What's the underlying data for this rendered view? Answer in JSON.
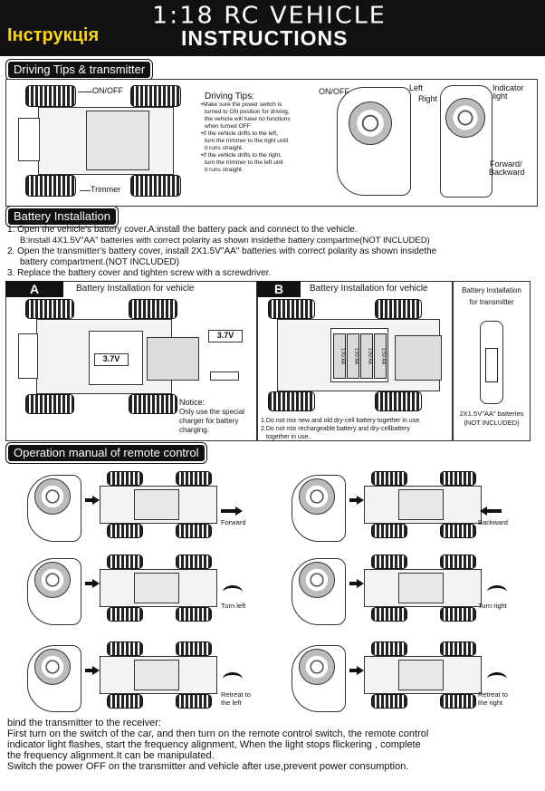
{
  "header": {
    "title_line1": "1:18 RC VEHICLE",
    "title_line2": "INSTRUCTIONS",
    "badge": "Інструкція"
  },
  "driving": {
    "section_title": "Driving Tips & transmitter",
    "on_off": "ON/OFF",
    "trimmer": "Trimmer",
    "tips_title": "Driving Tips:",
    "tips": [
      "•Make sure the power switch is",
      "turned to ON position for driving,",
      "the vehicle will have no functions",
      "when turned OFF",
      "•If the vehicle drifts to the left,",
      "turn the trimmer to the right until",
      "it runs straight.",
      "•If the vehicle drifts to the right,",
      "turn the trimmer to the left unti",
      "it runs straight."
    ],
    "tx_on_off": "ON/OFF",
    "tx_left": "Left",
    "tx_right": "Right",
    "tx_indicator": "Indicator",
    "tx_light": "light",
    "tx_forward": "Forward/",
    "tx_backward": "Backward"
  },
  "battery": {
    "section_title": "Battery Installation",
    "steps": [
      "1. Open the vehicle's battery cover.A:install the battery pack and connect to the vehicle.",
      "B:install 4X1.5V\"AA\" batteries with correct polarity as shown insidethe battery compartme(NOT INCLUDED)",
      "2. Open the transmitter's battery cover, install 2X1.5V\"AA\" batteries with correct polarity as shown insidethe",
      "battery compartment.(NOT INCLUDED)",
      "3. Replace the battery cover and tighten screw with a screwdriver."
    ],
    "panel_a_label": "A",
    "panel_a_title": "Battery Installation for vehicle",
    "panel_a_v1": "3.7V",
    "panel_a_v2": "3.7V",
    "notice": [
      "Notice:",
      "Only use the special",
      "charger for battery",
      "charging."
    ],
    "panel_b_label": "B",
    "panel_b_title": "Battery Installation for vehicle",
    "cell_label": "1.5V AA",
    "panel_b_notes": [
      "1.Do not mix new and old dry-cell battery together in use.",
      "2.Do not mix rechargeable battery and dry-cellbattery",
      "together in use."
    ],
    "panel_c_title": [
      "Battery Installation",
      "for transmitter"
    ],
    "panel_c_note": [
      "2X1.5V\"AA\" batteries",
      "(NOT INCLUDED)"
    ]
  },
  "operation": {
    "section_title": "Operation manual of remote control",
    "left_labels": [
      "Forward",
      "Turn left",
      "Retreat to",
      "the left"
    ],
    "right_labels": [
      "Backward",
      "Turn right",
      "Retreat to",
      "the right"
    ]
  },
  "footer": {
    "lines": [
      "bind the transmitter to the receiver:",
      "First turn on the switch of the car,  and then turn on the remote control switch, the remote control",
      "indicator light flashes, start the frequency alignment, When the light stops flickering , complete",
      "the frequency alignment.It can be manipulated.",
      "Switch the power OFF on the transmitter and vehicle after use,prevent power consumption."
    ]
  }
}
